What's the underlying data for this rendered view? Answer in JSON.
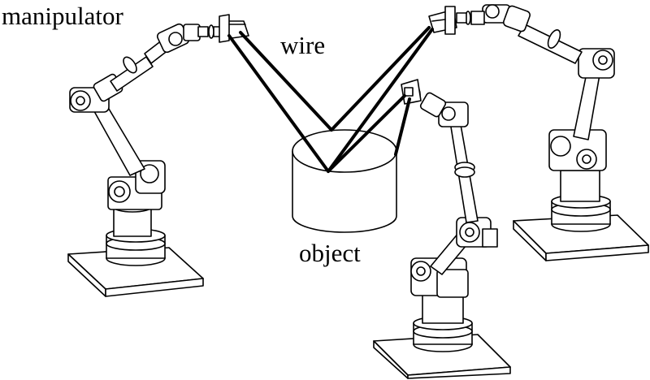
{
  "labels": {
    "manipulator": "manipulator",
    "wire": "wire",
    "object": "object"
  },
  "colors": {
    "line": "#000000",
    "background": "#ffffff"
  }
}
